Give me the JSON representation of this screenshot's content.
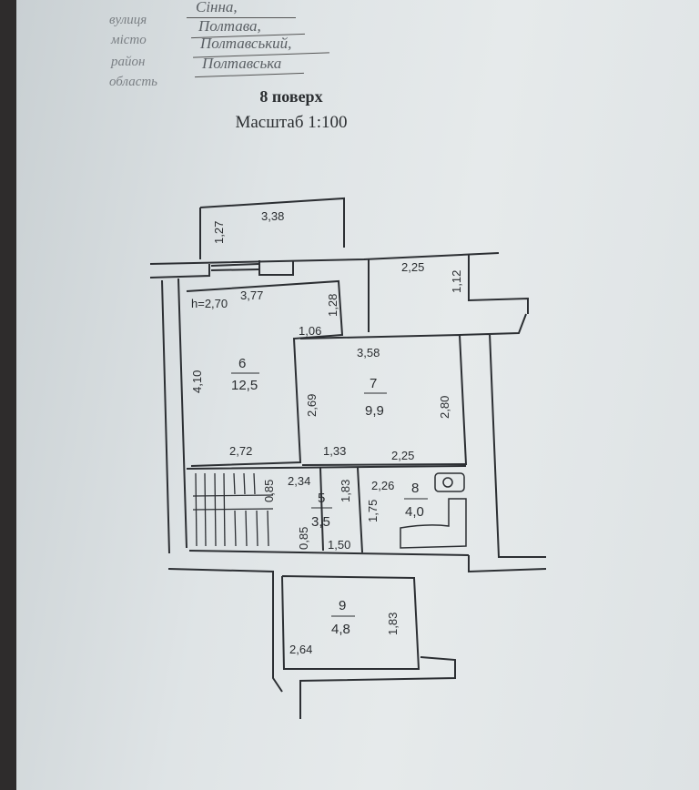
{
  "address": {
    "rows": [
      {
        "label": "вулиця",
        "value": "Сінна,"
      },
      {
        "label": "місто",
        "value": "Полтава,"
      },
      {
        "label": "район",
        "value": "Полтавський,"
      },
      {
        "label": "область",
        "value": "Полтавська"
      }
    ]
  },
  "plan": {
    "floor_title": "8 поверх",
    "scale": "Масштаб 1:100",
    "ceiling_height": "h=2,70",
    "balcony": {
      "width": "3,38",
      "depth": "1,27"
    },
    "loggia": {
      "width": "2,25",
      "depth": "1,12"
    },
    "rooms": [
      {
        "number": "6",
        "area": "12,5"
      },
      {
        "number": "7",
        "area": "9,9"
      },
      {
        "number": "5",
        "area": "3,5"
      },
      {
        "number": "8",
        "area": "4,0"
      },
      {
        "number": "9",
        "area": "4,8"
      }
    ],
    "dimensions": {
      "r6_top": "3,77",
      "r6_side": "4,10",
      "r6_bottom": "2,72",
      "r6_notch_v": "1,28",
      "r6_notch_h": "1,06",
      "r7_top": "3,58",
      "r7_left": "2,69",
      "r7_right": "2,80",
      "r7_bottom_left": "1,33",
      "r7_bottom_right": "2,25",
      "r5_top": "2,34",
      "r5_side": "1,83",
      "r5_bottom": "1,50",
      "stair_top": "0,85",
      "stair_bottom": "0,85",
      "r8_top": "2,26",
      "r8_side": "1,75",
      "r9_bottom": "2,64",
      "r9_side": "1,83"
    }
  }
}
